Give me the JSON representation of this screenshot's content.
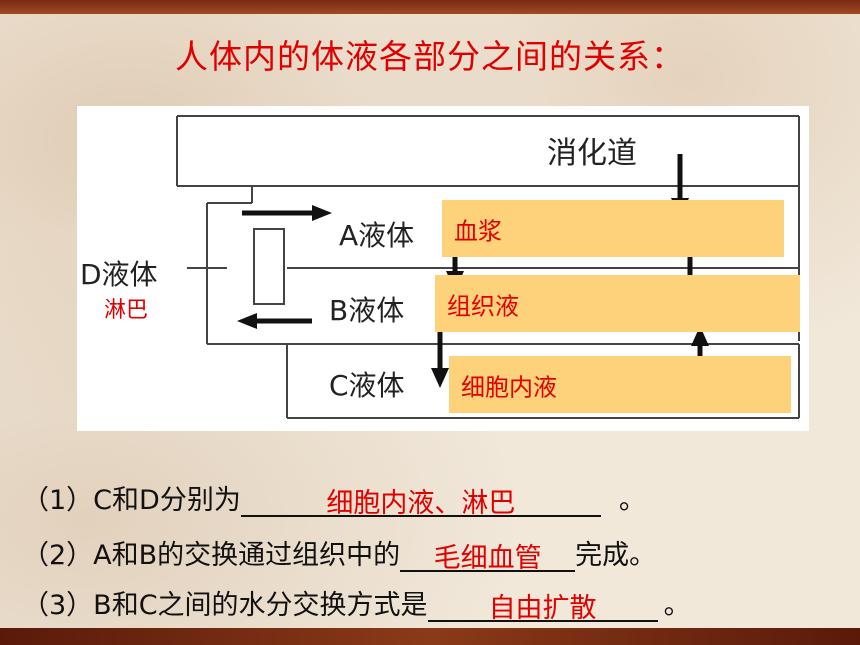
{
  "title": "人体内的体液各部分之间的关系：",
  "diagram": {
    "digestive_tract": "消化道",
    "a_liquid": "A液体",
    "b_liquid": "B液体",
    "c_liquid": "C液体",
    "d_liquid": "D液体",
    "answer_a": "血浆",
    "answer_b": "组织液",
    "answer_c": "细胞内液",
    "answer_d": "淋巴"
  },
  "questions": [
    {
      "prefix": "（1）C和D分别为",
      "answer": "细胞内液、淋巴",
      "suffix": "。"
    },
    {
      "prefix": "（2）A和B的交换通过组织中的",
      "answer": "毛细血管",
      "suffix": "完成。"
    },
    {
      "prefix": "（3）B和C之间的水分交换方式是",
      "answer": "自由扩散",
      "suffix": "。"
    }
  ]
}
